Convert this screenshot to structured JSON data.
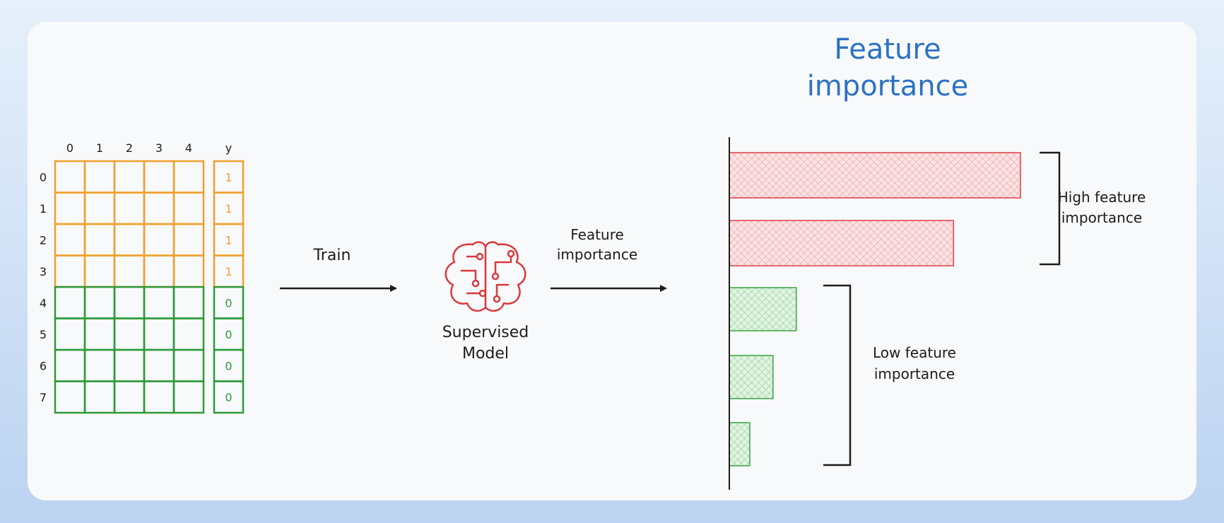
{
  "title": {
    "line1": "Feature",
    "line2": "importance"
  },
  "matrix": {
    "column_headers": [
      "0",
      "1",
      "2",
      "3",
      "4"
    ],
    "target_header": "y",
    "row_labels": [
      "0",
      "1",
      "2",
      "3",
      "4",
      "5",
      "6",
      "7"
    ],
    "target_values": [
      "1",
      "1",
      "1",
      "1",
      "0",
      "0",
      "0",
      "0"
    ]
  },
  "flow": {
    "train_label": "Train",
    "model_label_line1": "Supervised",
    "model_label_line2": "Model",
    "importance_label_line1": "Feature",
    "importance_label_line2": "importance"
  },
  "brackets": {
    "high_line1": "High feature",
    "high_line2": "importance",
    "low_line1": "Low feature",
    "low_line2": "importance"
  },
  "chart_data": {
    "type": "bar",
    "orientation": "horizontal",
    "relative_values": [
      1.0,
      0.77,
      0.23,
      0.15,
      0.07
    ],
    "groups": [
      "high",
      "high",
      "low",
      "low",
      "low"
    ]
  },
  "colors": {
    "positive_class": "#f0a02e",
    "negative_class": "#2e9a3a",
    "high_bar": "#e0484f",
    "high_fill": "#fbe3e4",
    "low_bar": "#43a84c",
    "low_fill": "#dff3df",
    "title": "#2b72c4",
    "ink": "#1c1c1c",
    "model_icon": "#d9383c"
  },
  "icons": {
    "model": "brain-circuit-icon"
  }
}
